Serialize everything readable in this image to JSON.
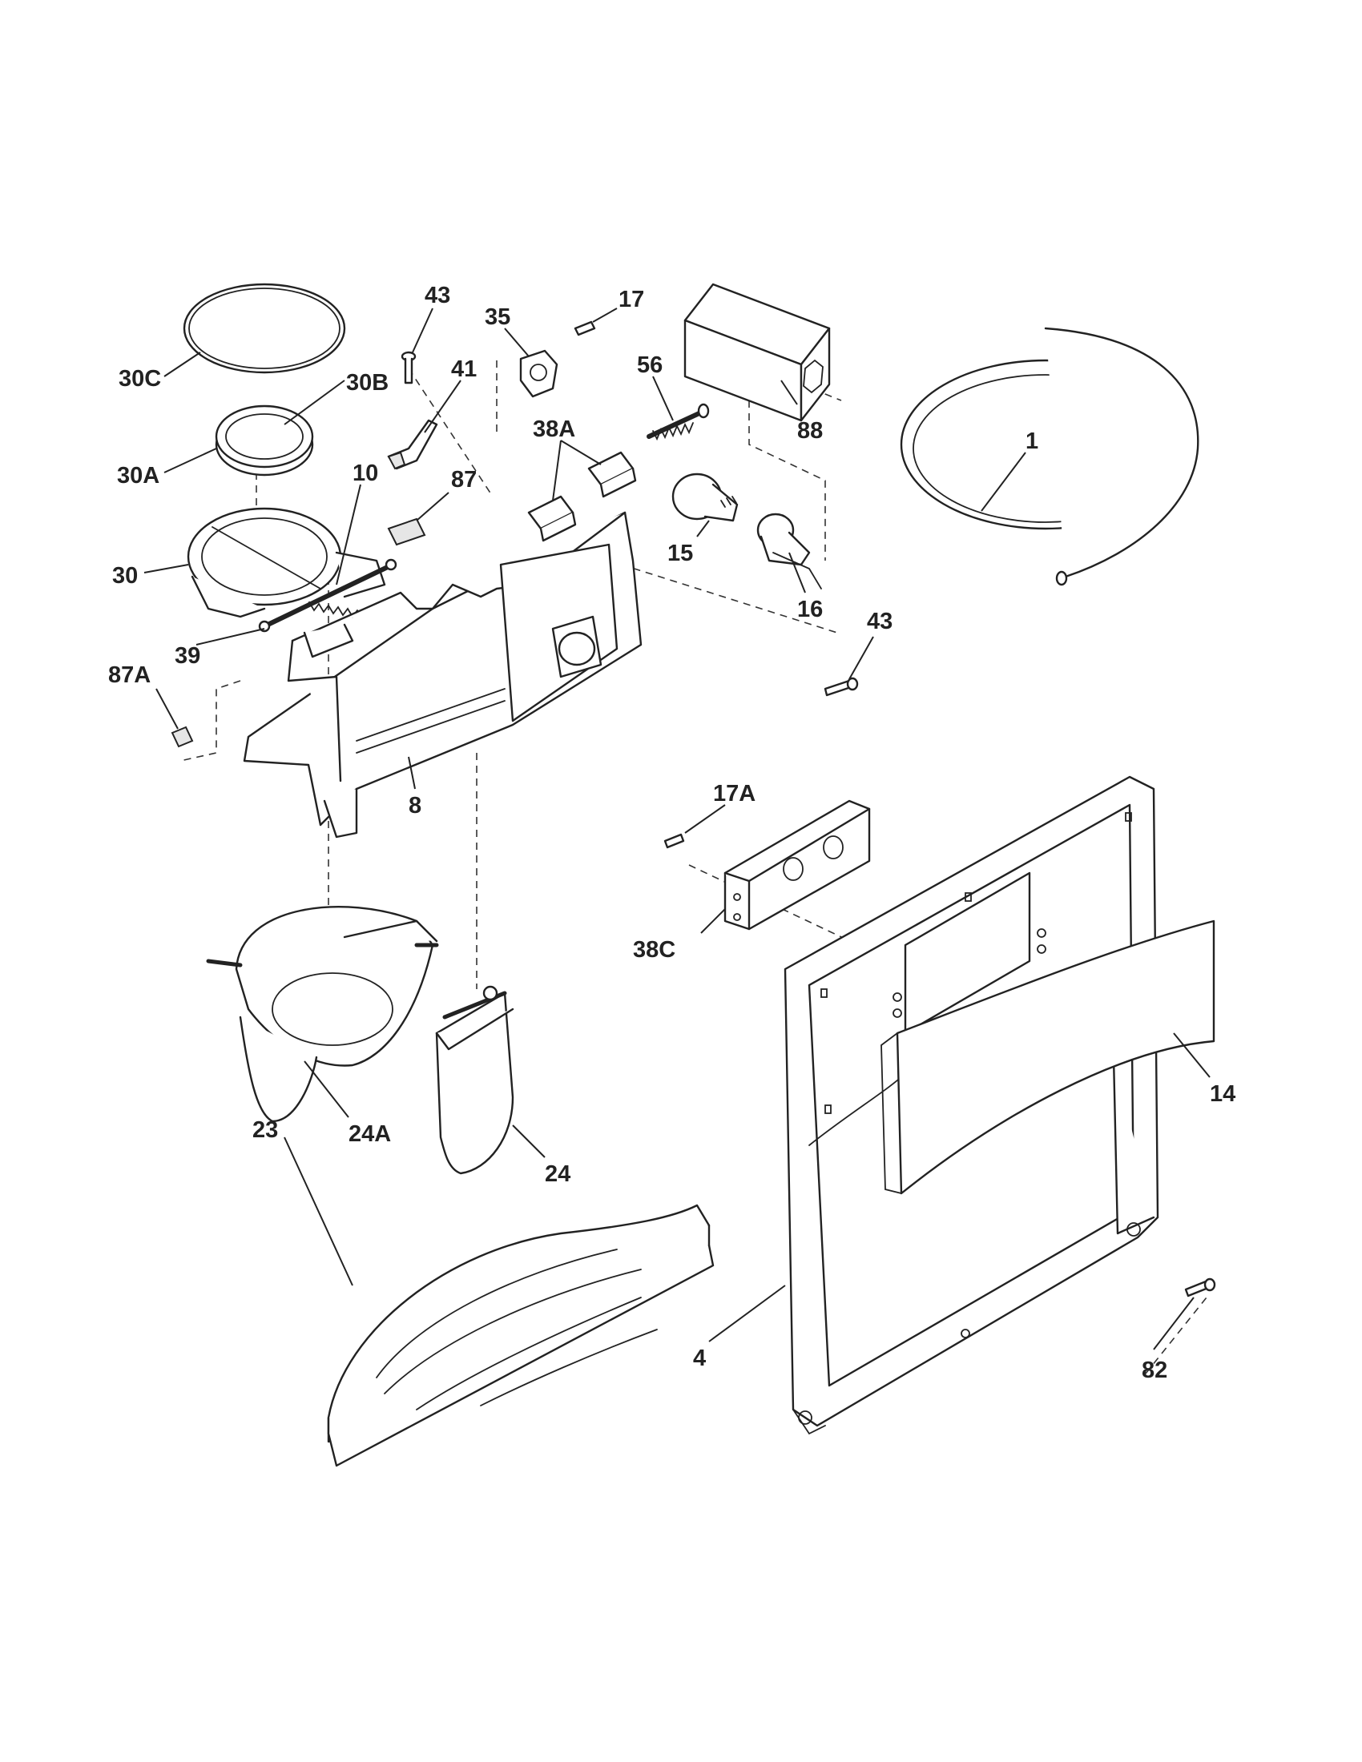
{
  "labels": {
    "l30C": "30C",
    "l30B": "30B",
    "l30A": "30A",
    "l30": "30",
    "l10": "10",
    "l39": "39",
    "l87A": "87A",
    "l43a": "43",
    "l41": "41",
    "l87": "87",
    "l35": "35",
    "l17": "17",
    "l56": "56",
    "l38A": "38A",
    "l88": "88",
    "l15": "15",
    "l16": "16",
    "l1": "1",
    "l43b": "43",
    "l8": "8",
    "l17A": "17A",
    "l38C": "38C",
    "l24A": "24A",
    "l24": "24",
    "l14": "14",
    "l23": "23",
    "l4": "4",
    "l82": "82"
  }
}
